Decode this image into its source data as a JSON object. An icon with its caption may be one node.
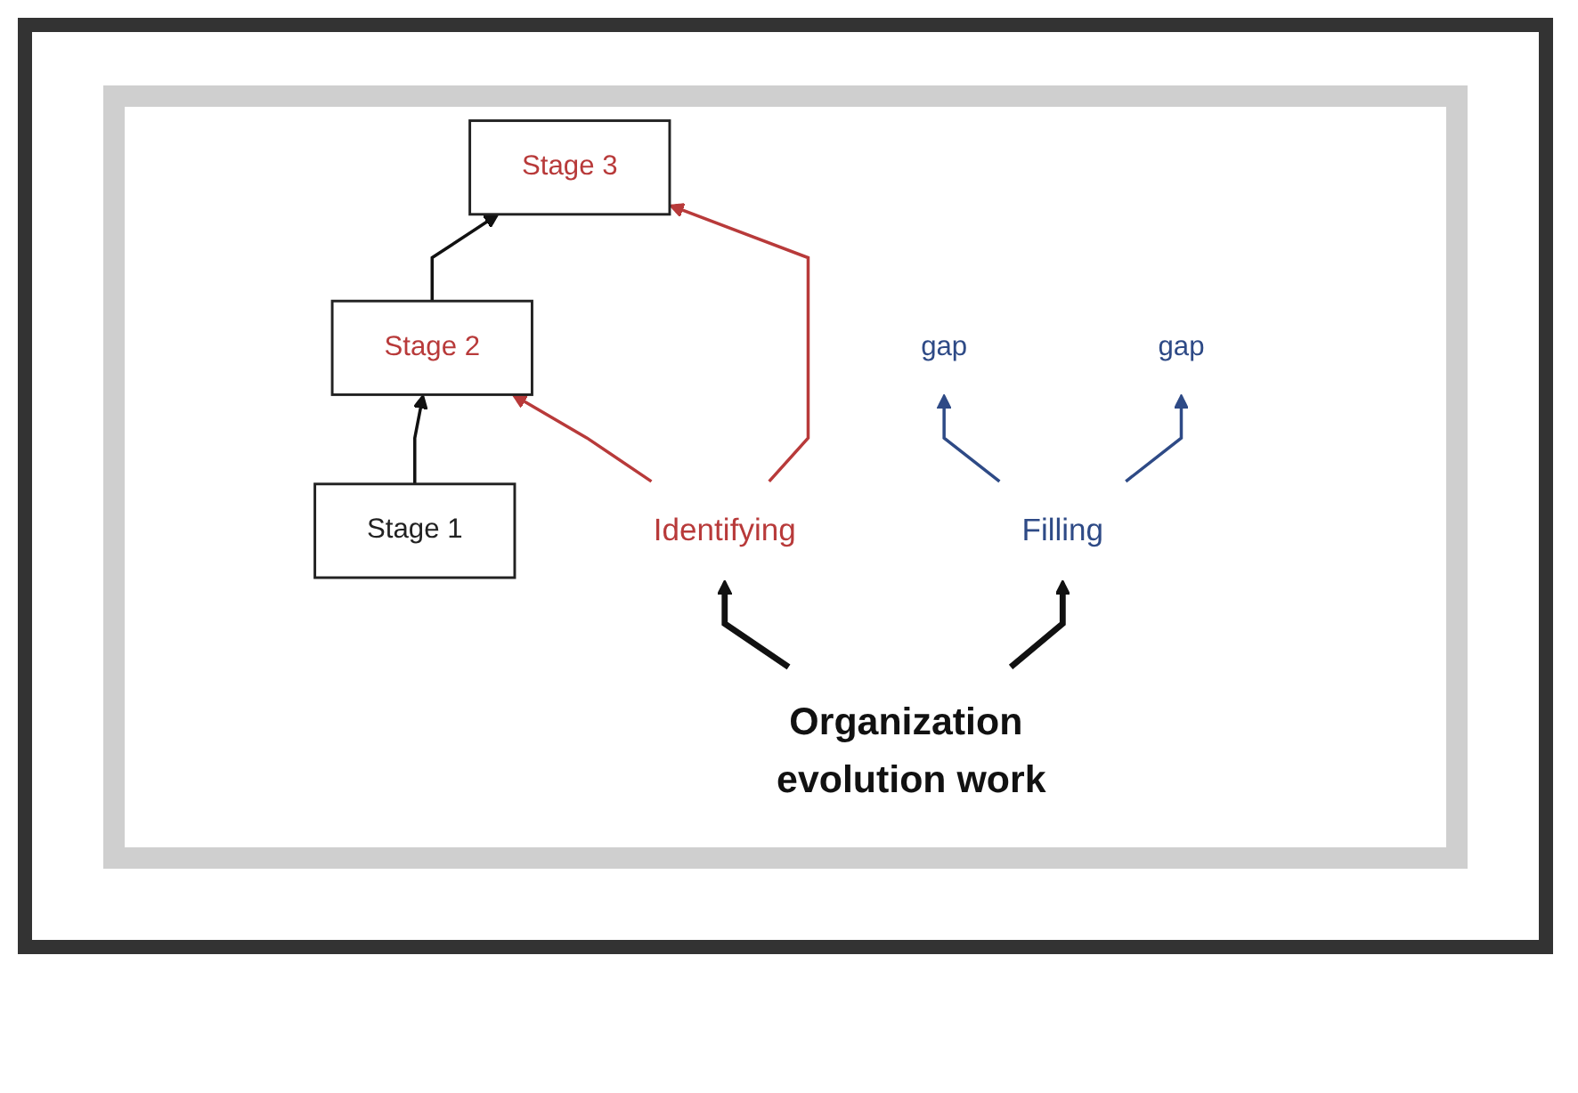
{
  "diagram": {
    "nodes": [
      {
        "text": [
          "Stage 1"
        ]
      },
      {
        "text": [
          "Stage 2"
        ]
      },
      {
        "text": [
          "Stage 3"
        ]
      },
      {
        "text": [
          "gap"
        ]
      },
      {
        "text": [
          "gap"
        ]
      },
      {
        "text": [
          "Identifying"
        ]
      },
      {
        "text": [
          "Filling"
        ]
      },
      {
        "text": [
          "Organization evolution work"
        ]
      }
    ],
    "edges": [
      {
        "from": 0,
        "to": 1,
        "arrow": "to"
      },
      {
        "from": 1,
        "to": 2,
        "arrow": "to"
      },
      {
        "from": 5,
        "to": 1,
        "arrow": "to",
        "color": "#b83a3a"
      },
      {
        "from": 5,
        "to": 2,
        "arrow": "to",
        "color": "#b83a3a"
      },
      {
        "from": 6,
        "to": 3,
        "arrow": "to",
        "color": "#2e4a86"
      },
      {
        "from": 6,
        "to": 4,
        "arrow": "to",
        "color": "#2e4a86"
      },
      {
        "from": 7,
        "to": 5,
        "arrow": "to",
        "style": "thick"
      },
      {
        "from": 7,
        "to": 6,
        "arrow": "to",
        "style": "thick"
      }
    ]
  }
}
